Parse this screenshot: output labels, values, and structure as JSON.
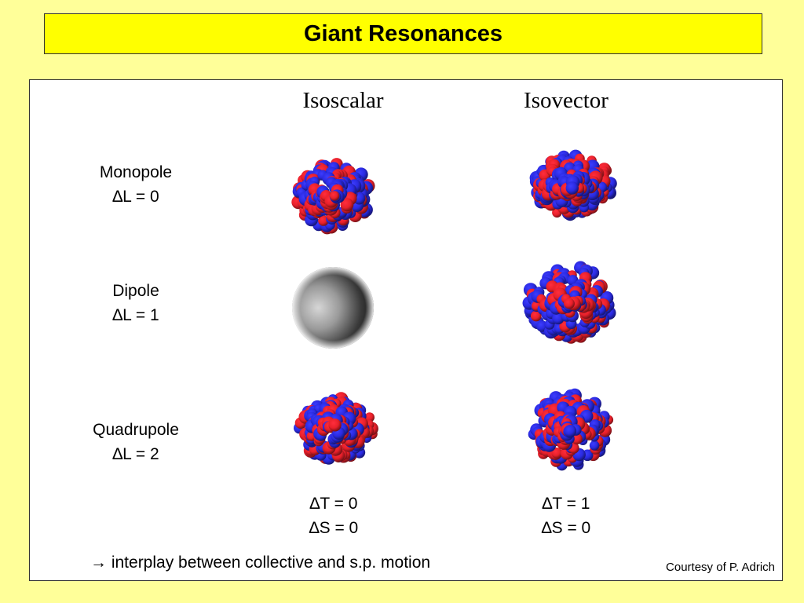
{
  "slide": {
    "title": "Giant Resonances"
  },
  "columns": {
    "isoscalar": "Isoscalar",
    "isovector": "Isovector"
  },
  "rows": [
    {
      "name": "Monopole",
      "quantum": "∆L = 0",
      "isoscalar_render": "nucleus",
      "isovector_render": "nucleus"
    },
    {
      "name": "Dipole",
      "quantum": "∆L = 1",
      "isoscalar_render": "grey-sphere",
      "isovector_render": "nucleus"
    },
    {
      "name": "Quadrupole",
      "quantum": "∆L = 2",
      "isoscalar_render": "nucleus",
      "isovector_render": "nucleus"
    }
  ],
  "quantum_numbers": {
    "isoscalar": {
      "t": "∆T = 0",
      "s": "∆S = 0"
    },
    "isovector": {
      "t": "∆T = 1",
      "s": "∆S = 0"
    }
  },
  "footer": {
    "note": "→ interplay between collective and s.p. motion",
    "courtesy": "Courtesy of P. Adrich"
  },
  "colors": {
    "background": "#FFFF99",
    "title_bar": "#FFFF00",
    "proton": "#E8202A",
    "neutron": "#2A2AE0"
  }
}
